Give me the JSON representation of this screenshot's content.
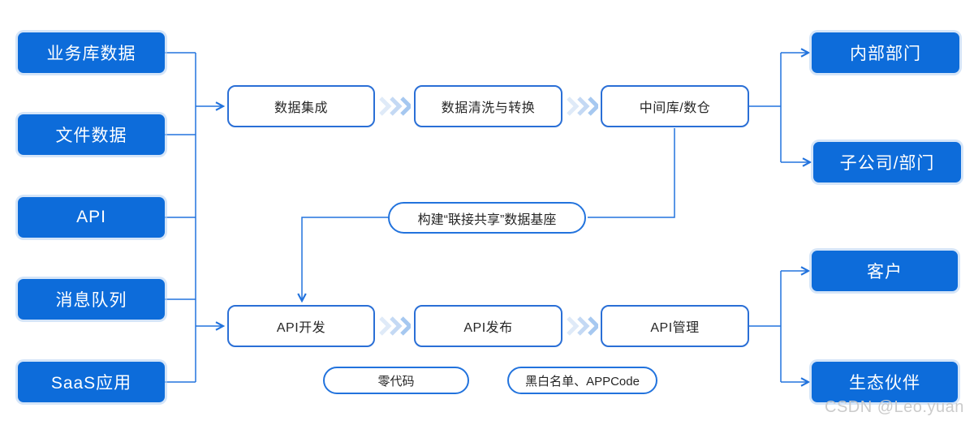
{
  "colors": {
    "node_blue": "#0d6cda",
    "line_blue": "#2273dd",
    "white_box_border": "#2a6fd6",
    "text_dark": "#262626",
    "watermark_gray": "#cbcbcb",
    "chevron_light": "#dfeaf8",
    "chevron_mid": "#c4d9f4",
    "chevron_dark": "#a6c8f0"
  },
  "sources": [
    {
      "label": "业务库数据"
    },
    {
      "label": "文件数据"
    },
    {
      "label": "API"
    },
    {
      "label": "消息队列"
    },
    {
      "label": "SaaS应用"
    }
  ],
  "data_pipeline": [
    {
      "label": "数据集成"
    },
    {
      "label": "数据清洗与转换"
    },
    {
      "label": "中间库/数仓"
    }
  ],
  "data_consumers": [
    {
      "label": "内部部门"
    },
    {
      "label": "子公司/部门"
    }
  ],
  "foundation_label": "构建“联接共享”数据基座",
  "api_pipeline": [
    {
      "label": "API开发"
    },
    {
      "label": "API发布"
    },
    {
      "label": "API管理"
    }
  ],
  "api_tags": [
    {
      "label": "零代码"
    },
    {
      "label": "黑白名单、APPCode"
    }
  ],
  "api_consumers": [
    {
      "label": "客户"
    },
    {
      "label": "生态伙伴"
    }
  ],
  "watermark": "CSDN @Leo.yuan"
}
